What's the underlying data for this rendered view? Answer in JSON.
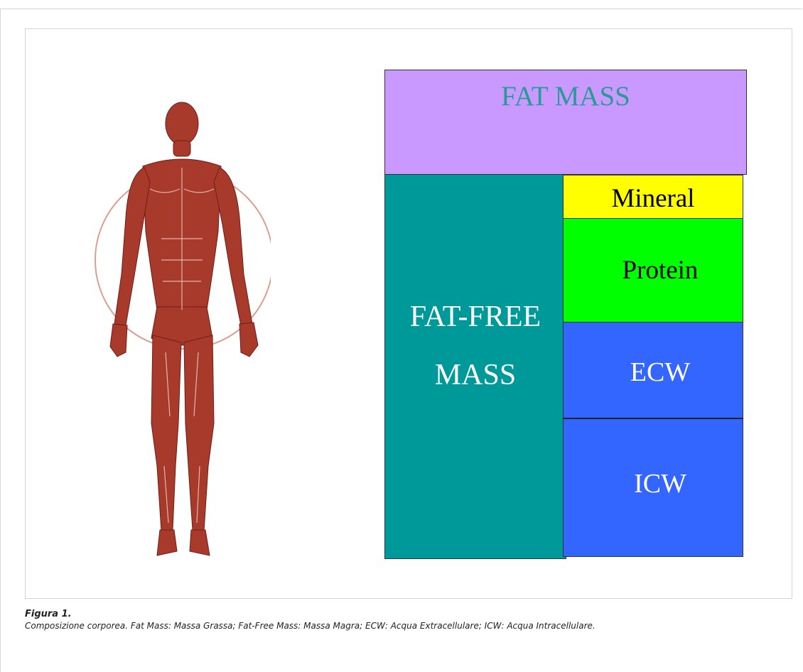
{
  "figure": {
    "blocks": {
      "fat_mass": "FAT MASS",
      "fat_free_line1": "FAT-FREE",
      "fat_free_line2": "MASS",
      "mineral": "Mineral",
      "protein": "Protein",
      "ecw": "ECW",
      "icw": "ICW"
    },
    "colors": {
      "fat_mass_bg": "#c999ff",
      "fat_mass_text": "#2a9a96",
      "fat_free_bg": "#009999",
      "mineral_bg": "#ffff00",
      "protein_bg": "#00ff00",
      "water_bg": "#3366ff",
      "anatomy": "#a83a2c"
    },
    "image": "anatomical-human-muscle-figure"
  },
  "caption": {
    "title": "Figura 1.",
    "text": "Composizione corporea. Fat Mass: Massa Grassa; Fat-Free Mass: Massa Magra; ECW: Acqua Extracellulare; ICW: Acqua Intracellulare."
  }
}
